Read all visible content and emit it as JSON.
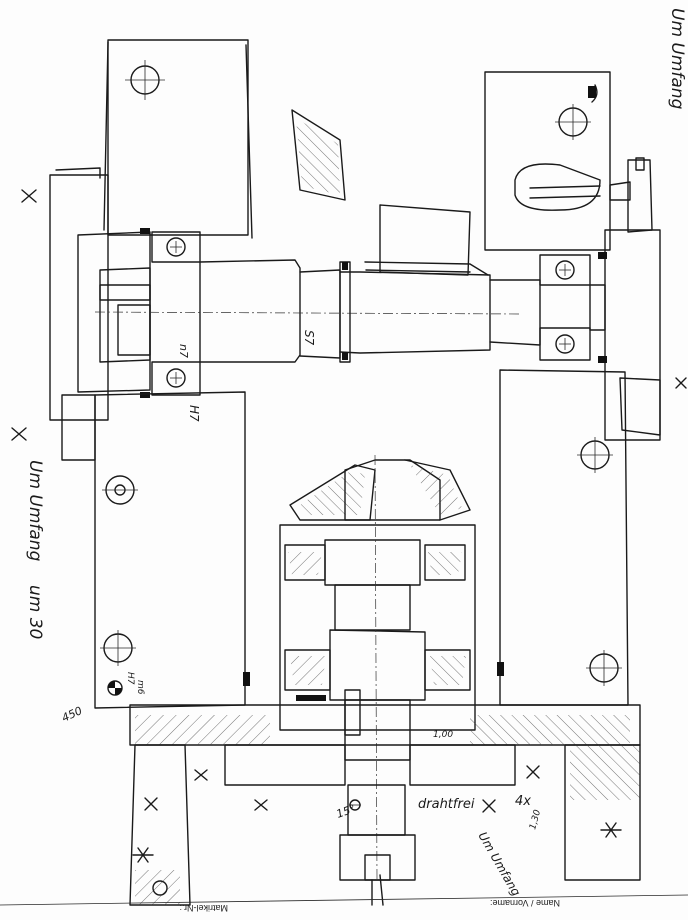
{
  "drawing": {
    "annotations": {
      "n7_upper": "n7",
      "h7_bearing": "H7",
      "s7_shaft": "S7",
      "h7_small": "H7",
      "m6_small": "m6",
      "angle_450": "450",
      "angle_15": "15°",
      "drahtfrei": "drahtfrei",
      "count_4x": "4x",
      "value_100": "1,00",
      "value_1_30": "1,30"
    },
    "handwritten_notes": {
      "top_right": "Um Umfang",
      "left_side": "Um Umfang",
      "left_side_2": "um 30",
      "bottom_right": "Um Umfang"
    }
  },
  "title_block": {
    "matrikel_label": "Matrikel-Nr.:",
    "name_label": "Name / Vorname:"
  }
}
